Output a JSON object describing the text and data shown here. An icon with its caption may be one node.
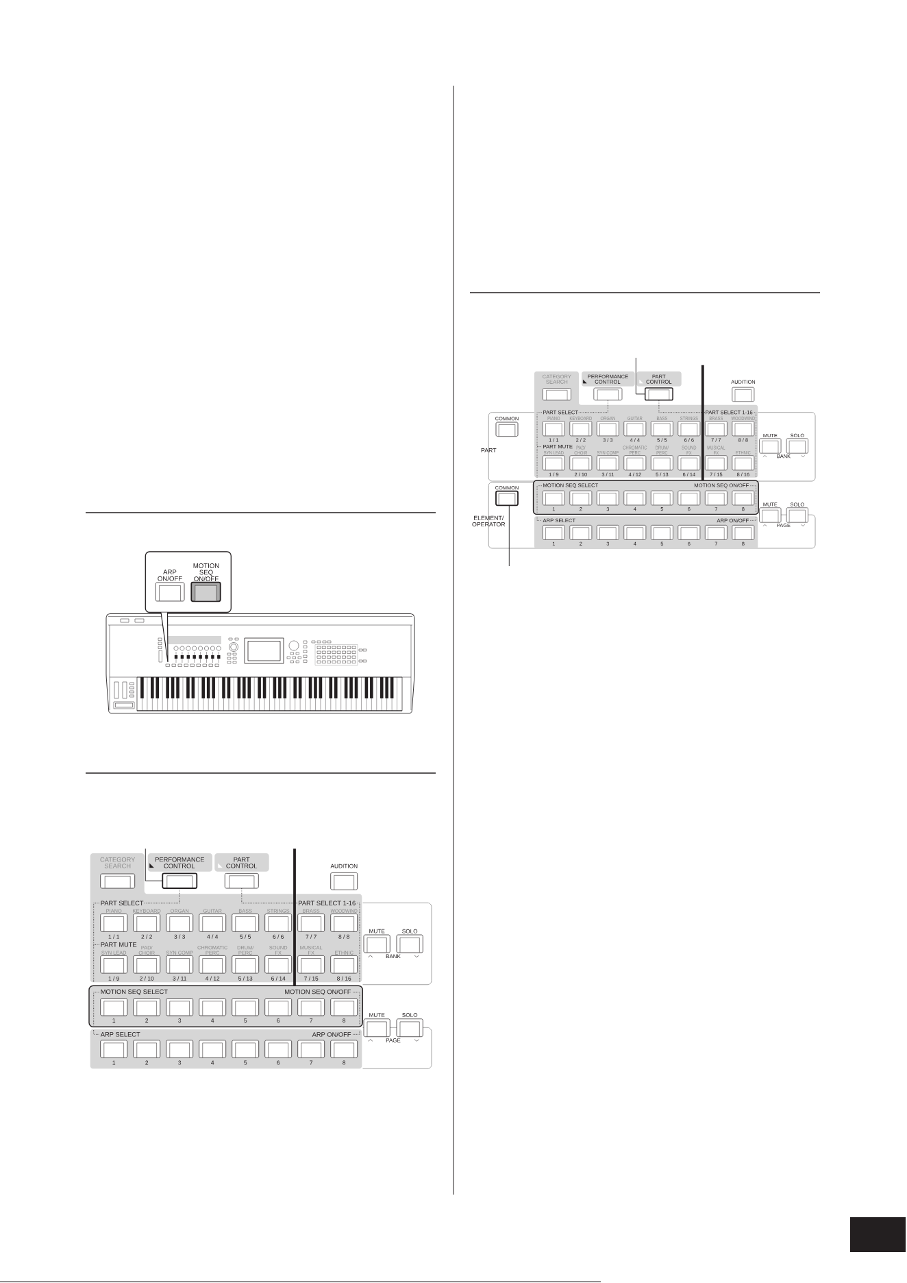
{
  "diagram": {
    "nodes": [
      {
        "text": [],
        "shape": "box"
      },
      {
        "text": [
          "ARP ON/OFF"
        ],
        "in": 0
      },
      {
        "text": [
          "MOTION SEQ ON/OFF"
        ],
        "in": 0
      },
      {
        "text": [
          "CATEGORY SEARCH"
        ]
      },
      {
        "text": [
          "PERFORMANCE CONTROL"
        ]
      },
      {
        "text": [
          "PART CONTROL"
        ]
      },
      {
        "text": [
          "AUDITION"
        ]
      },
      {
        "text": [
          "PART SELECT"
        ]
      },
      {
        "text": [
          "PART SELECT 1-16"
        ]
      },
      {
        "text": [
          "PIANO",
          "1 / 1"
        ]
      },
      {
        "text": [
          "KEYBOARD",
          "2 / 2"
        ]
      },
      {
        "text": [
          "ORGAN",
          "3 / 3"
        ]
      },
      {
        "text": [
          "GUITAR",
          "4 / 4"
        ]
      },
      {
        "text": [
          "BASS",
          "5 / 5"
        ]
      },
      {
        "text": [
          "STRINGS",
          "6 / 6"
        ]
      },
      {
        "text": [
          "BRASS",
          "7 / 7"
        ]
      },
      {
        "text": [
          "WOODWIND",
          "8 / 8"
        ]
      },
      {
        "text": [
          "SYN LEAD",
          "1 / 9"
        ]
      },
      {
        "text": [
          "PAD/ CHOIR",
          "2 / 10"
        ]
      },
      {
        "text": [
          "SYN COMP",
          "3 / 11"
        ]
      },
      {
        "text": [
          "CHROMATIC PERC",
          "4 / 12"
        ]
      },
      {
        "text": [
          "DRUM/ PERC",
          "5 / 13"
        ]
      },
      {
        "text": [
          "SOUND FX",
          "6 / 14"
        ]
      },
      {
        "text": [
          "MUSICAL FX",
          "7 / 15"
        ]
      },
      {
        "text": [
          "ETHNIC",
          "8 / 16"
        ]
      },
      {
        "text": [
          "MUTE"
        ]
      },
      {
        "text": [
          "SOLO"
        ]
      },
      {
        "text": [
          "MOTION SEQ SELECT",
          "MOTION SEQ ON/OFF"
        ]
      },
      {
        "text": [
          "1"
        ],
        "in": 27
      },
      {
        "text": [
          "2"
        ],
        "in": 27
      },
      {
        "text": [
          "3"
        ],
        "in": 27
      },
      {
        "text": [
          "4"
        ],
        "in": 27
      },
      {
        "text": [
          "5"
        ],
        "in": 27
      },
      {
        "text": [
          "6"
        ],
        "in": 27
      },
      {
        "text": [
          "7"
        ],
        "in": 27
      },
      {
        "text": [
          "8"
        ],
        "in": 27
      },
      {
        "text": [
          "MUTE"
        ]
      },
      {
        "text": [
          "SOLO"
        ]
      },
      {
        "text": [
          "1"
        ]
      },
      {
        "text": [
          "2"
        ]
      },
      {
        "text": [
          "3"
        ]
      },
      {
        "text": [
          "4"
        ]
      },
      {
        "text": [
          "5"
        ]
      },
      {
        "text": [
          "6"
        ]
      },
      {
        "text": [
          "7"
        ]
      },
      {
        "text": [
          "8"
        ]
      },
      {
        "text": [
          "CATEGORY SEARCH"
        ]
      },
      {
        "text": [
          "PERFORMANCE CONTROL"
        ]
      },
      {
        "text": [
          "PART CONTROL"
        ]
      },
      {
        "text": [
          "AUDITION"
        ]
      },
      {
        "text": [
          "PART SELECT"
        ]
      },
      {
        "text": [
          "PART SELECT 1-16"
        ]
      },
      {
        "text": [
          "COMMON"
        ]
      },
      {
        "text": [
          "PIANO",
          "1 / 1"
        ]
      },
      {
        "text": [
          "KEYBOARD",
          "2 / 2"
        ]
      },
      {
        "text": [
          "ORGAN",
          "3 / 3"
        ]
      },
      {
        "text": [
          "GUITAR",
          "4 / 4"
        ]
      },
      {
        "text": [
          "BASS",
          "5 / 5"
        ]
      },
      {
        "text": [
          "STRINGS",
          "6 / 6"
        ]
      },
      {
        "text": [
          "BRASS",
          "7 / 7"
        ]
      },
      {
        "text": [
          "WOODWIND",
          "8 / 8"
        ]
      },
      {
        "text": [
          "SYN LEAD",
          "1 / 9"
        ]
      },
      {
        "text": [
          "PAD/ CHOIR",
          "2 / 10"
        ]
      },
      {
        "text": [
          "SYN COMP",
          "3 / 11"
        ]
      },
      {
        "text": [
          "CHROMATIC PERC",
          "4 / 12"
        ]
      },
      {
        "text": [
          "DRUM/ PERC",
          "5 / 13"
        ]
      },
      {
        "text": [
          "SOUND FX",
          "6 / 14"
        ]
      },
      {
        "text": [
          "MUSICAL FX",
          "7 / 15"
        ]
      },
      {
        "text": [
          "ETHNIC",
          "8 / 16"
        ]
      },
      {
        "text": [
          "MUTE"
        ]
      },
      {
        "text": [
          "SOLO"
        ]
      },
      {
        "text": [
          "COMMON"
        ]
      },
      {
        "text": [
          "MOTION SEQ SELECT",
          "MOTION SEQ ON/OFF"
        ]
      },
      {
        "text": [
          "1"
        ],
        "in": 72
      },
      {
        "text": [
          "2"
        ],
        "in": 72
      },
      {
        "text": [
          "3"
        ],
        "in": 72
      },
      {
        "text": [
          "4"
        ],
        "in": 72
      },
      {
        "text": [
          "5"
        ],
        "in": 72
      },
      {
        "text": [
          "6"
        ],
        "in": 72
      },
      {
        "text": [
          "7"
        ],
        "in": 72
      },
      {
        "text": [
          "8"
        ],
        "in": 72
      },
      {
        "text": [
          "MUTE"
        ]
      },
      {
        "text": [
          "SOLO"
        ]
      },
      {
        "text": [
          "1"
        ]
      },
      {
        "text": [
          "2"
        ]
      },
      {
        "text": [
          "3"
        ]
      },
      {
        "text": [
          "4"
        ]
      },
      {
        "text": [
          "5"
        ]
      },
      {
        "text": [
          "6"
        ]
      },
      {
        "text": [
          "7"
        ]
      },
      {
        "text": [
          "8"
        ]
      }
    ],
    "edges": [
      {
        "from": 0,
        "to": null,
        "arrow": "to"
      },
      {
        "from": null,
        "to": 4,
        "arrow": "none"
      },
      {
        "from": null,
        "to": 27,
        "arrow": "none",
        "style": "thick"
      },
      {
        "from": 4,
        "to": 7,
        "arrow": "none",
        "style": "dashed"
      },
      {
        "from": 5,
        "to": 8,
        "arrow": "none",
        "style": "dashed"
      },
      {
        "from": null,
        "to": 48,
        "arrow": "none"
      },
      {
        "from": null,
        "to": 72,
        "arrow": "none",
        "style": "thick"
      },
      {
        "from": 47,
        "to": 50,
        "arrow": "none",
        "style": "dashed"
      },
      {
        "from": 48,
        "to": 51,
        "arrow": "none",
        "style": "dashed"
      },
      {
        "from": null,
        "to": 71,
        "arrow": "none"
      }
    ],
    "labels": [
      "PART MUTE",
      "BANK",
      "ARP SELECT",
      "ARP ON/OFF",
      "PAGE",
      "PART",
      "PART MUTE",
      "BANK",
      "ELEMENT/ OPERATOR",
      "ARP SELECT",
      "ARP ON/OFF",
      "PAGE"
    ]
  }
}
